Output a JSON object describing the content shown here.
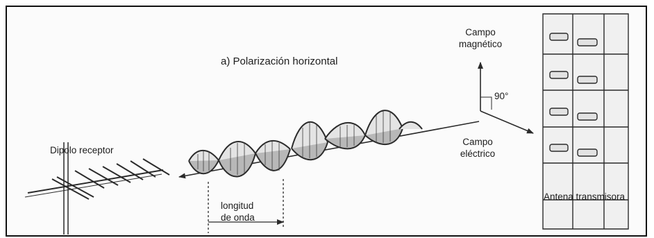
{
  "figure": {
    "title": "a)  Polarización horizontal",
    "magnetic_field_label": [
      "Campo",
      "magnético"
    ],
    "electric_field_label": [
      "Campo",
      "eléctrico"
    ],
    "angle_label": "90°",
    "receiver_label": "Dipolo receptor",
    "wavelength_label": [
      "longitud",
      "de onda"
    ],
    "transmitter_label": "Antena transmisora"
  },
  "colors": {
    "line": "#2b2b2b",
    "fill_shaded": "#b8b8b8",
    "fill_light": "#e4e4e4",
    "frame": "#111111"
  }
}
